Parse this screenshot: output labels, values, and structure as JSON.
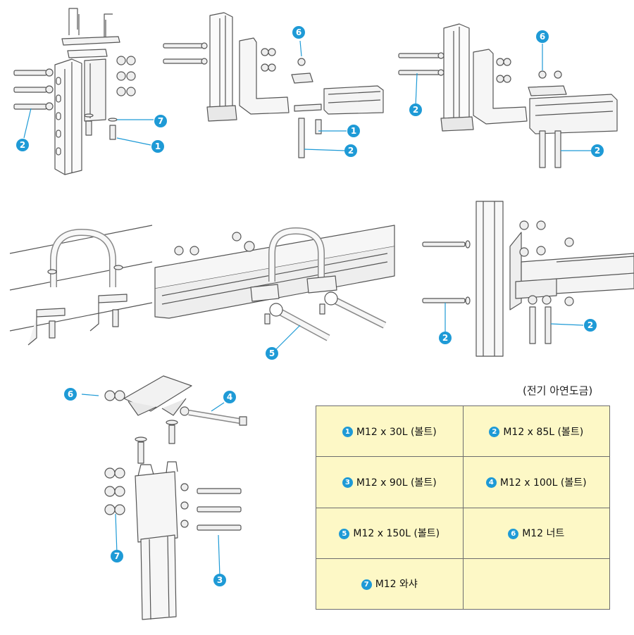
{
  "callout_color": "#1e9ad6",
  "caption": "(전기 아연도금)",
  "callouts": {
    "c1": "1",
    "c2": "2",
    "c3": "3",
    "c4": "4",
    "c5": "5",
    "c6": "6",
    "c7": "7"
  },
  "table": {
    "rows": [
      [
        {
          "num": "1",
          "text": "M12 x 30L (볼트)"
        },
        {
          "num": "2",
          "text": "M12 x 85L (볼트)"
        }
      ],
      [
        {
          "num": "3",
          "text": "M12 x 90L (볼트)"
        },
        {
          "num": "4",
          "text": "M12 x 100L (볼트)"
        }
      ],
      [
        {
          "num": "5",
          "text": "M12 x 150L (볼트)"
        },
        {
          "num": "6",
          "text": "M12 너트"
        }
      ],
      [
        {
          "num": "7",
          "text": "M12 와샤"
        },
        {
          "num": "",
          "text": ""
        }
      ]
    ]
  }
}
